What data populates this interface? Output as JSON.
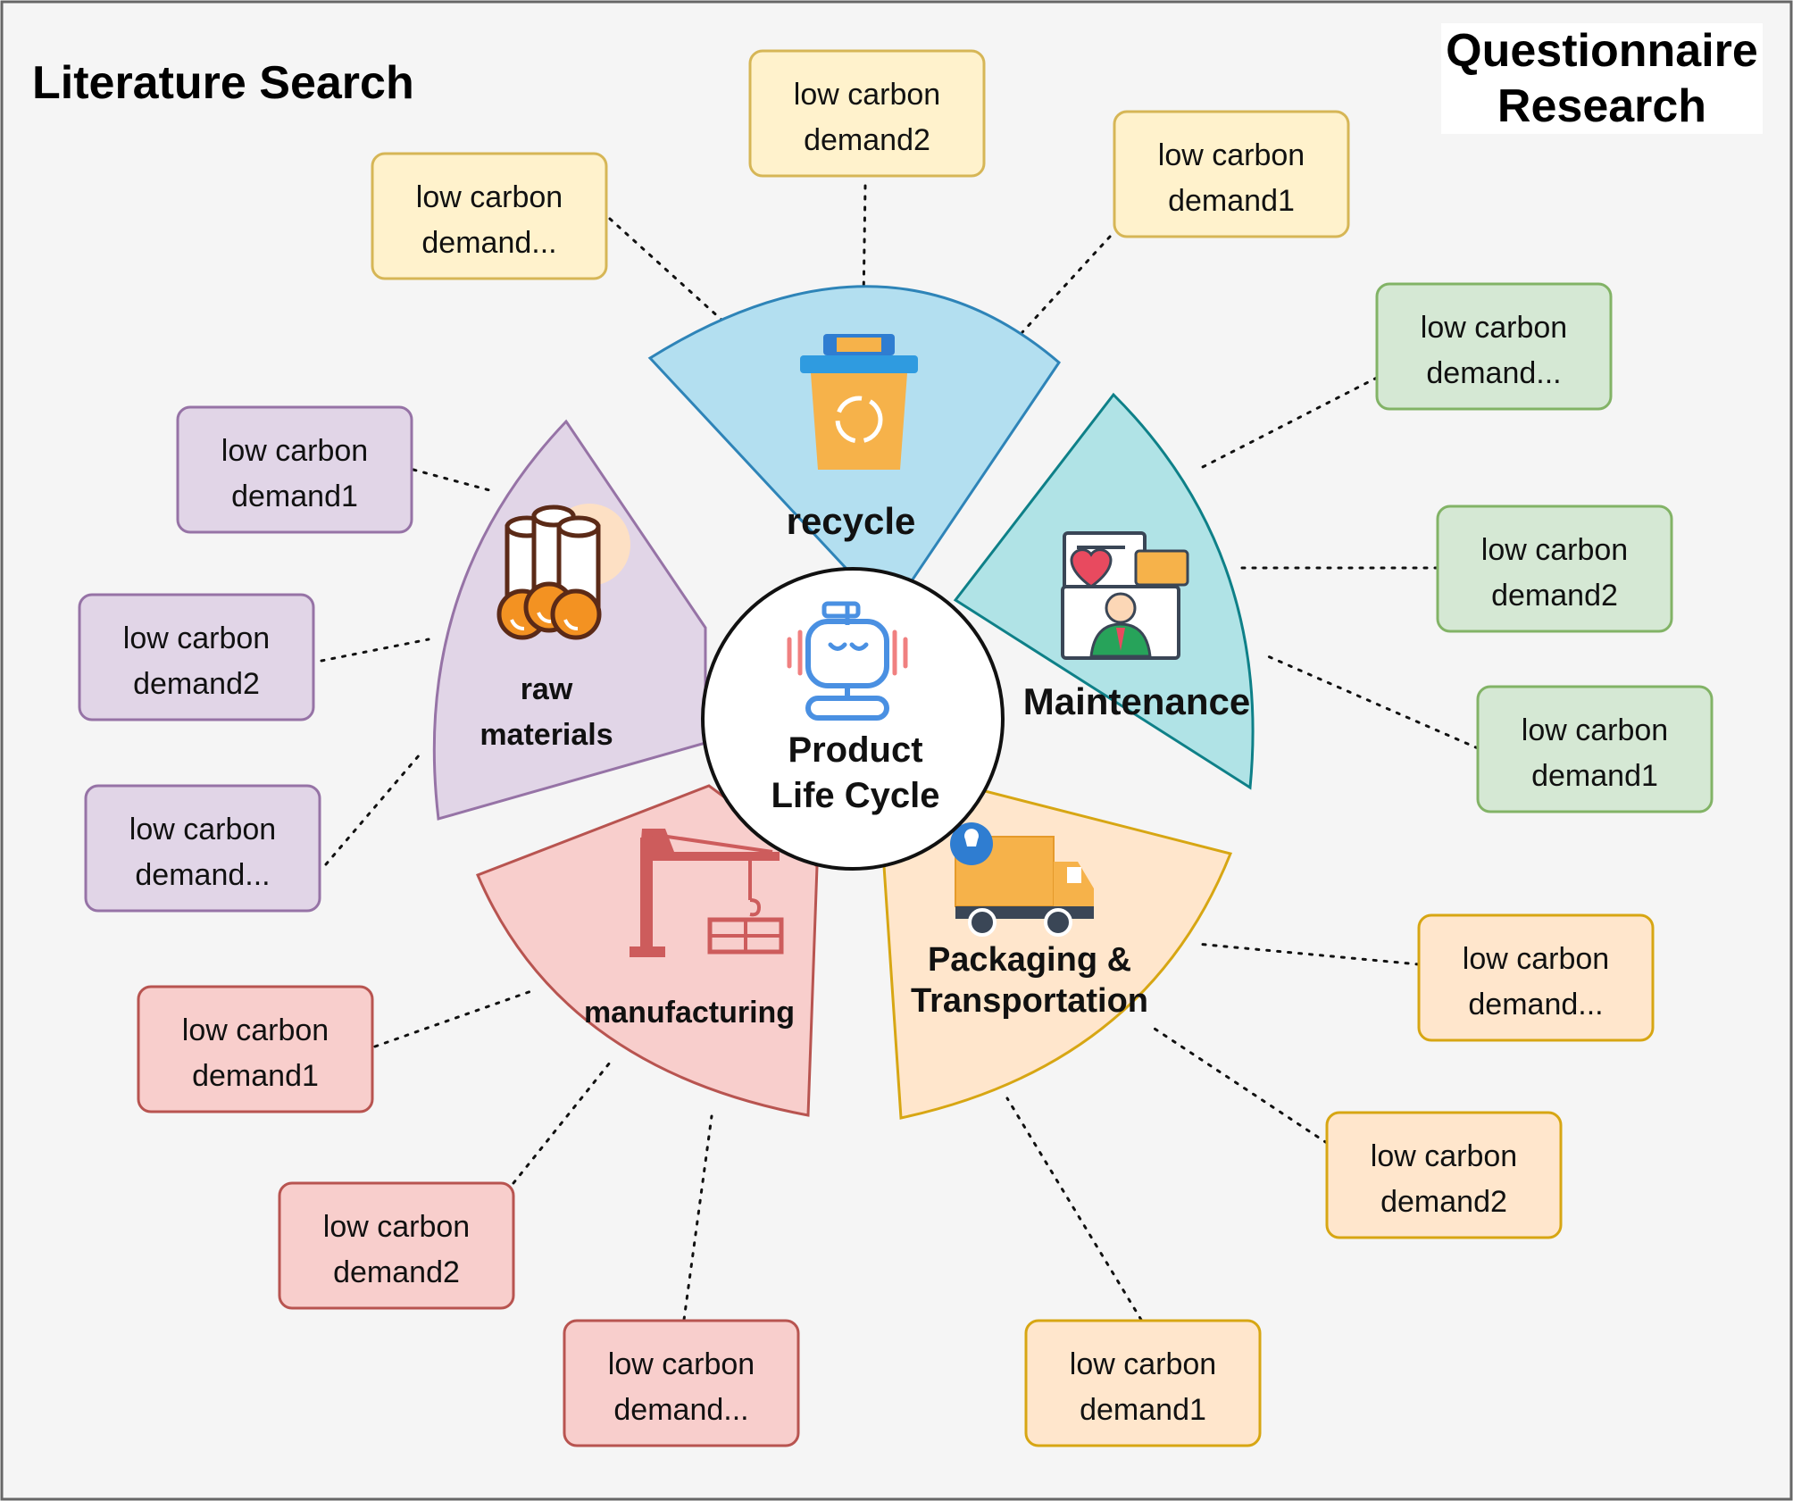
{
  "titles": {
    "left": "Literature Search",
    "right_line1": "Questionnaire",
    "right_line2": "Research"
  },
  "center": {
    "line1": "Product",
    "line2": "Life Cycle",
    "icon": "robot-icon"
  },
  "stages": [
    {
      "id": "recycle",
      "label_lines": [
        "recycle"
      ],
      "icon": "trash-bin-icon",
      "fill": "#b3dff0",
      "stroke": "#2e84b8",
      "box_fill": "#fff2cc",
      "box_stroke": "#d6b656",
      "boxes": [
        {
          "line1": "low carbon",
          "line2": "demand..."
        },
        {
          "line1": "low carbon",
          "line2": "demand2"
        },
        {
          "line1": "low carbon",
          "line2": "demand1"
        }
      ]
    },
    {
      "id": "maintenance",
      "label_lines": [
        "Maintenance"
      ],
      "icon": "support-agent-icon",
      "fill": "#b0e3e6",
      "stroke": "#0e8088",
      "box_fill": "#d5e8d4",
      "box_stroke": "#82b366",
      "boxes": [
        {
          "line1": "low carbon",
          "line2": "demand..."
        },
        {
          "line1": "low carbon",
          "line2": "demand2"
        },
        {
          "line1": "low carbon",
          "line2": "demand1"
        }
      ]
    },
    {
      "id": "packaging-transportation",
      "label_lines": [
        "Packaging &",
        "Transportation"
      ],
      "icon": "delivery-truck-icon",
      "fill": "#ffe6cc",
      "stroke": "#d7a613",
      "box_fill": "#ffe6cc",
      "box_stroke": "#d7a613",
      "boxes": [
        {
          "line1": "low carbon",
          "line2": "demand..."
        },
        {
          "line1": "low carbon",
          "line2": "demand2"
        },
        {
          "line1": "low carbon",
          "line2": "demand1"
        }
      ]
    },
    {
      "id": "manufacturing",
      "label_lines": [
        "manufacturing"
      ],
      "icon": "crane-icon",
      "fill": "#f8cecc",
      "stroke": "#b85450",
      "box_fill": "#f8cecc",
      "box_stroke": "#b85450",
      "boxes": [
        {
          "line1": "low carbon",
          "line2": "demand1"
        },
        {
          "line1": "low carbon",
          "line2": "demand2"
        },
        {
          "line1": "low carbon",
          "line2": "demand..."
        }
      ]
    },
    {
      "id": "raw-materials",
      "label_lines": [
        "raw",
        "materials"
      ],
      "icon": "logs-icon",
      "fill": "#e1d5e7",
      "stroke": "#9673a6",
      "box_fill": "#e1d5e7",
      "box_stroke": "#9673a6",
      "boxes": [
        {
          "line1": "low carbon",
          "line2": "demand1"
        },
        {
          "line1": "low carbon",
          "line2": "demand2"
        },
        {
          "line1": "low carbon",
          "line2": "demand..."
        }
      ]
    }
  ]
}
